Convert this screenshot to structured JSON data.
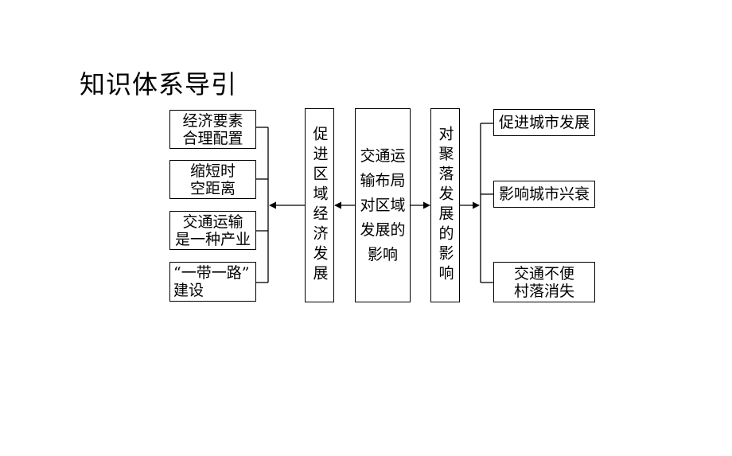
{
  "title": "知识体系导引",
  "center": "交通运\n输布局\n对区域\n发展的\n影响",
  "left_column": "促进区域经济发展",
  "right_column": "对聚落发展的影响",
  "left_items": [
    "经济要素\n合理配置",
    "缩短时\n空距离",
    "交通运输\n是一种产业",
    "“一带一路”\n建设"
  ],
  "right_items": [
    "促进城市发展",
    "影响城市兴衰",
    "交通不便\n村落消失"
  ]
}
